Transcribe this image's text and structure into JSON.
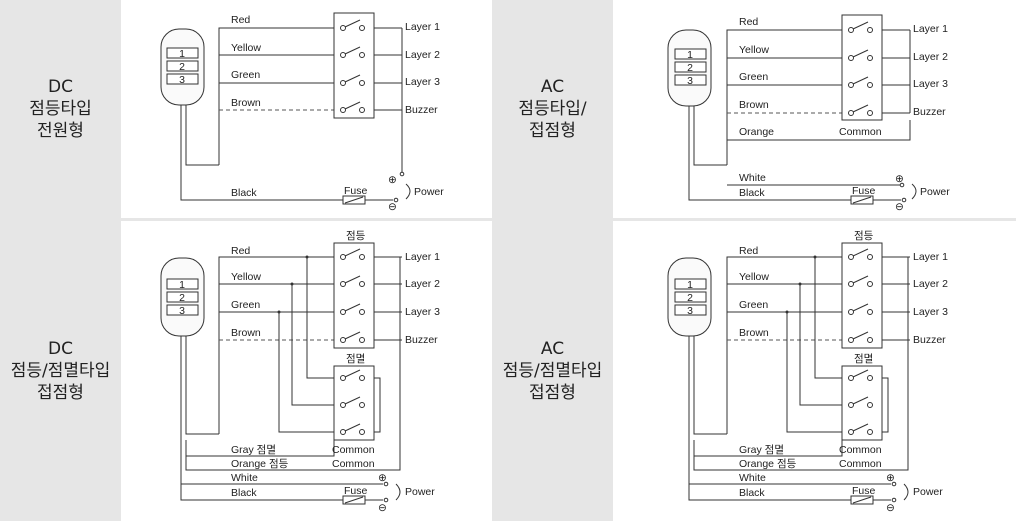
{
  "panels": {
    "tl": {
      "line1": "DC",
      "line2": "점등타입\n전원형"
    },
    "tr": {
      "line1": "AC",
      "line2": "점등타입/\n접점형"
    },
    "bl": {
      "line1": "DC",
      "line2": "점등/점멸타입\n접점형"
    },
    "br": {
      "line1": "AC",
      "line2": "점등/점멸타입\n접점형"
    }
  },
  "body_numbers": [
    "1",
    "2",
    "3"
  ],
  "wires": {
    "red": "Red",
    "yellow": "Yellow",
    "green": "Green",
    "brown": "Brown",
    "black": "Black",
    "orange": "Orange",
    "white": "White",
    "gray_blink": "Gray 점멸",
    "orange_light": "Orange 점등"
  },
  "outputs": {
    "l1": "Layer 1",
    "l2": "Layer 2",
    "l3": "Layer 3",
    "buzzer": "Buzzer",
    "common": "Common"
  },
  "fuse": "Fuse",
  "power": "Power",
  "plus": "⊕",
  "minus": "⊖",
  "relay_light": "점등",
  "relay_blink": "점멸"
}
